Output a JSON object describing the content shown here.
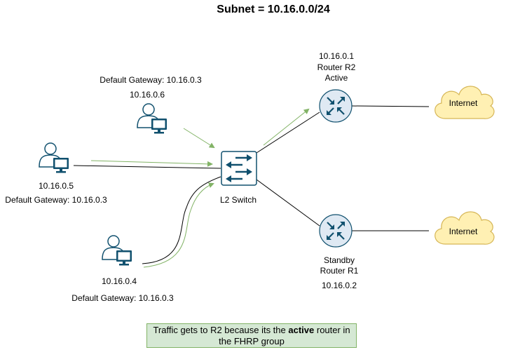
{
  "title": "Subnet = 10.16.0.0/24",
  "hosts": [
    {
      "ip": "10.16.0.6",
      "gateway": "Default Gateway: 10.16.0.3"
    },
    {
      "ip": "10.16.0.5",
      "gateway": "Default Gateway: 10.16.0.3"
    },
    {
      "ip": "10.16.0.4",
      "gateway": "Default Gateway: 10.16.0.3"
    }
  ],
  "switch": {
    "label": "L2 Switch"
  },
  "routers": {
    "r2": {
      "ip": "10.16.0.1",
      "name": "Router R2",
      "role": "Active"
    },
    "r1": {
      "role": "Standby",
      "name": "Router R1",
      "ip": "10.16.0.2"
    }
  },
  "clouds": {
    "top": "Internet",
    "bottom": "Internet"
  },
  "note": {
    "before": "Traffic gets to R2 because its the ",
    "bold": "active",
    "after": " router in the FHRP group"
  },
  "colors": {
    "router_fill": "#dfe9f3",
    "router_icon": "#10506e",
    "cloud_fill": "#fff0b3",
    "cloud_stroke": "#d6b656",
    "flow_arrow": "#82b366",
    "note_fill": "#d5e8d4",
    "note_stroke": "#82b366"
  }
}
